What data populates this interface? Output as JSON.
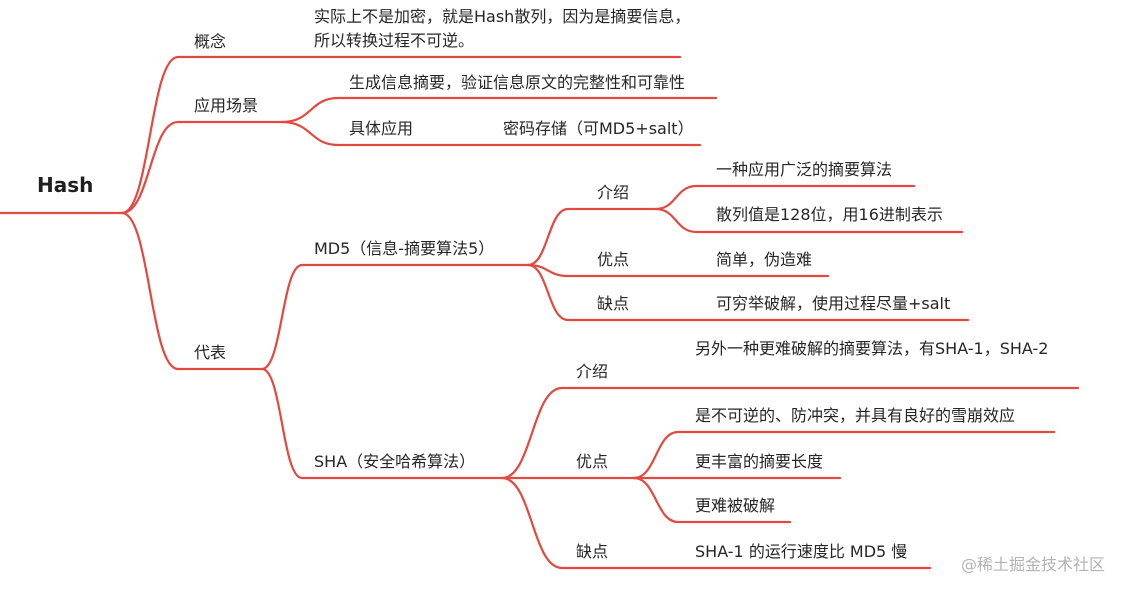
{
  "root": "Hash",
  "concept": {
    "label": "概念",
    "text": "实际上不是加密，就是Hash散列，因为是摘要信息，所以转换过程不可逆。"
  },
  "application": {
    "label": "应用场景",
    "summary": "生成信息摘要，验证信息原文的完整性和可靠性",
    "specific_label": "具体应用",
    "specific_value": "密码存储（可MD5+salt）"
  },
  "representative": {
    "label": "代表",
    "md5": {
      "label": "MD5（信息-摘要算法5）",
      "intro_label": "介绍",
      "intro_items": [
        "一种应用广泛的摘要算法",
        "散列值是128位，用16进制表示"
      ],
      "pros_label": "优点",
      "pros_value": "简单，伪造难",
      "cons_label": "缺点",
      "cons_value": "可穷举破解，使用过程尽量+salt"
    },
    "sha": {
      "label": "SHA（安全哈希算法）",
      "intro_label": "介绍",
      "intro_value": "另外一种更难破解的摘要算法，有SHA-1，SHA-2",
      "pros_label": "优点",
      "pros_items": [
        "是不可逆的、防冲突，并具有良好的雪崩效应",
        "更丰富的摘要长度",
        "更难被破解"
      ],
      "cons_label": "缺点",
      "cons_value": "SHA-1 的运行速度比 MD5 慢"
    }
  },
  "watermark": "@稀土掘金技术社区",
  "colors": {
    "edge": "#e04a41",
    "text": "#262626",
    "watermark": "#b3b3b3"
  }
}
